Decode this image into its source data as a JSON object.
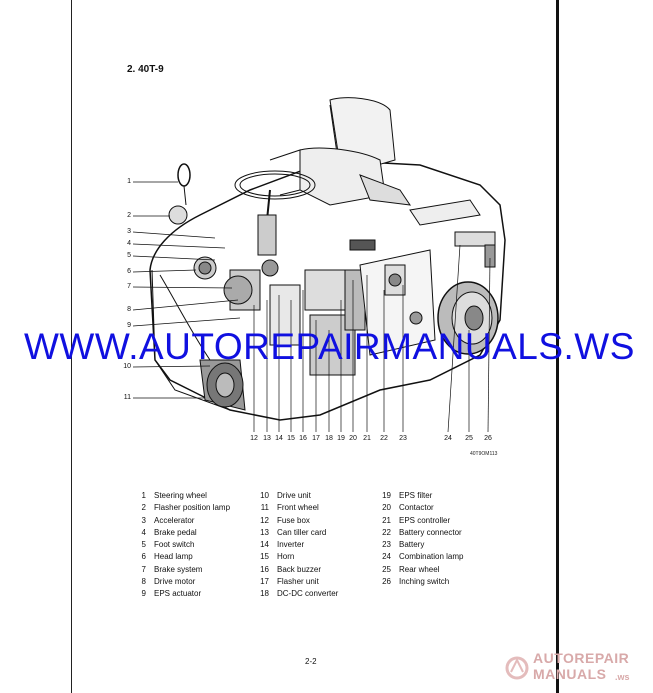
{
  "section_title": "2. 40T-9",
  "watermark": "WWW.AUTOREPAIRMANUALS.WS",
  "figure_code": "40T9OM113",
  "page_number": "2-2",
  "logo": {
    "line1": "AUTOREPAIR",
    "line2": "MANUALS",
    "suffix": ".ws"
  },
  "left_callouts": [
    "1",
    "2",
    "3",
    "4",
    "5",
    "6",
    "7",
    "8",
    "9",
    "10",
    "11"
  ],
  "bottom_callouts": [
    "12",
    "13",
    "14",
    "15",
    "16",
    "17",
    "18",
    "19",
    "20",
    "21",
    "22",
    "23",
    "24",
    "25",
    "26"
  ],
  "legend": [
    {
      "num": "1",
      "label": "Steering wheel"
    },
    {
      "num": "2",
      "label": "Flasher position lamp"
    },
    {
      "num": "3",
      "label": "Accelerator"
    },
    {
      "num": "4",
      "label": "Brake pedal"
    },
    {
      "num": "5",
      "label": "Foot switch"
    },
    {
      "num": "6",
      "label": "Head lamp"
    },
    {
      "num": "7",
      "label": "Brake system"
    },
    {
      "num": "8",
      "label": "Drive motor"
    },
    {
      "num": "9",
      "label": "EPS actuator"
    },
    {
      "num": "10",
      "label": "Drive unit"
    },
    {
      "num": "11",
      "label": "Front wheel"
    },
    {
      "num": "12",
      "label": "Fuse box"
    },
    {
      "num": "13",
      "label": "Can tiller card"
    },
    {
      "num": "14",
      "label": "Inverter"
    },
    {
      "num": "15",
      "label": "Horn"
    },
    {
      "num": "16",
      "label": "Back buzzer"
    },
    {
      "num": "17",
      "label": "Flasher unit"
    },
    {
      "num": "18",
      "label": "DC-DC converter"
    },
    {
      "num": "19",
      "label": "EPS filter"
    },
    {
      "num": "20",
      "label": "Contactor"
    },
    {
      "num": "21",
      "label": "EPS controller"
    },
    {
      "num": "22",
      "label": "Battery connector"
    },
    {
      "num": "23",
      "label": "Battery"
    },
    {
      "num": "24",
      "label": "Combination lamp"
    },
    {
      "num": "25",
      "label": "Rear wheel"
    },
    {
      "num": "26",
      "label": "Inching switch"
    }
  ]
}
